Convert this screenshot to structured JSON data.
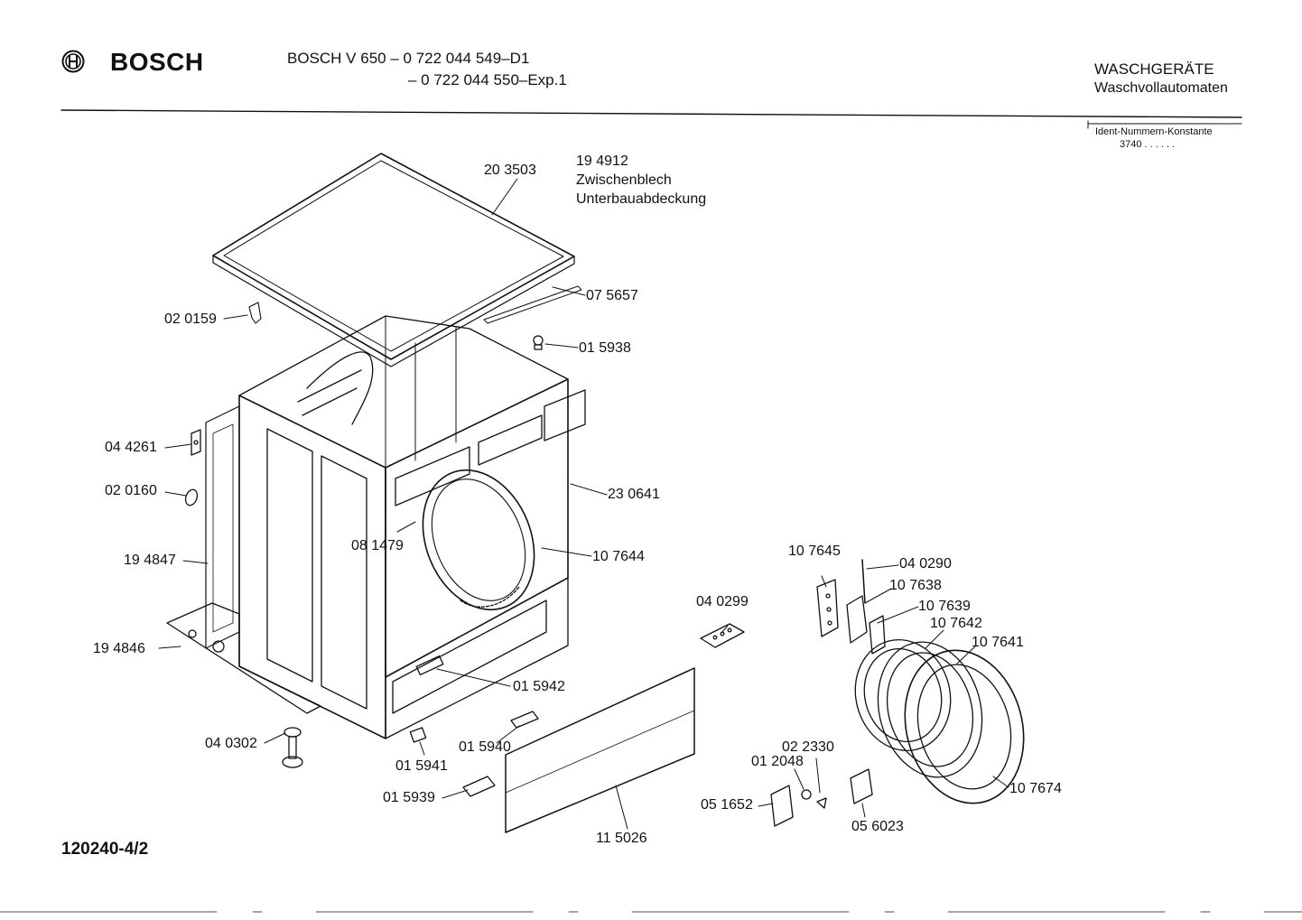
{
  "header": {
    "brand": "BOSCH",
    "model_line1": "BOSCH  V 650  –  0 722 044 549–D1",
    "model_line2": "–  0 722 044 550–Exp.1",
    "category": "WASCHGERÄTE",
    "subcategory": "Waschvollautomaten",
    "ident_label": "Ident-Nummern-Konstante",
    "ident_value": "3740  . .  . . . ."
  },
  "document_number": "120240-4/2",
  "parts": {
    "p203503": "20 3503",
    "p194912": "19 4912",
    "p194912_name1": "Zwischenblech",
    "p194912_name2": "Unterbauabdeckung",
    "p075657": "07 5657",
    "p020159": "02 0159",
    "p015938": "01 5938",
    "p044261": "04 4261",
    "p020160": "02 0160",
    "p230641": "23 0641",
    "p081479": "08 1479",
    "p107644": "10 7644",
    "p194847": "19 4847",
    "p194846": "19 4846",
    "p107645": "10 7645",
    "p040290": "04 0290",
    "p107638": "10 7638",
    "p107639": "10 7639",
    "p107642": "10 7642",
    "p107641": "10 7641",
    "p040299": "04 0299",
    "p015942": "01 5942",
    "p040302": "04 0302",
    "p015940": "01 5940",
    "p015941": "01 5941",
    "p015939": "01 5939",
    "p115026": "11 5026",
    "p022330": "02 2330",
    "p012048": "01 2048",
    "p051652": "05 1652",
    "p056023": "05 6023",
    "p107674": "10 7674"
  }
}
